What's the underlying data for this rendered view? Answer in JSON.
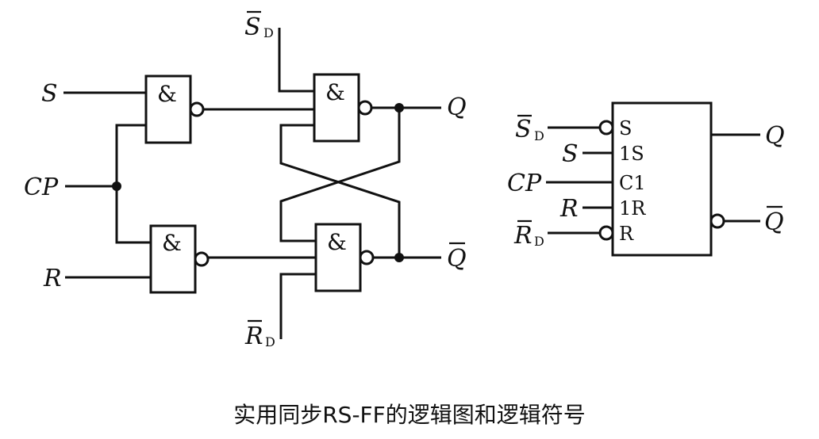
{
  "logic_diagram": {
    "inputs": {
      "s": "S",
      "cp": "CP",
      "r": "R",
      "sd_main": "S",
      "sd_sub": "D",
      "rd_main": "R",
      "rd_sub": "D"
    },
    "outputs": {
      "q": "Q",
      "qbar": "Q"
    },
    "gate_symbol": "&"
  },
  "logic_symbol": {
    "inputs": {
      "sd_main": "S",
      "sd_sub": "D",
      "s": "S",
      "cp": "CP",
      "r": "R",
      "rd_main": "R",
      "rd_sub": "D"
    },
    "pins": [
      "S",
      "1S",
      "C1",
      "1R",
      "R"
    ],
    "outputs": {
      "q": "Q",
      "qbar": "Q"
    }
  },
  "caption": "实用同步RS-FF的逻辑图和逻辑符号"
}
